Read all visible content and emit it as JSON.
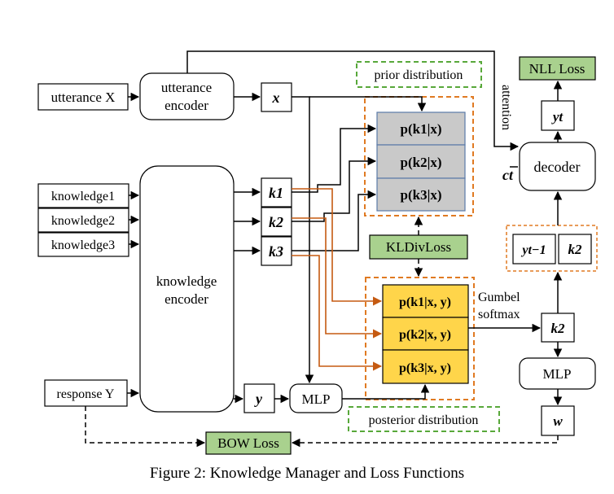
{
  "figure": {
    "caption": "Figure 2: Knowledge Manager and Loss Functions",
    "inputs": {
      "utterance": "utterance X",
      "knowledge": [
        "knowledge1",
        "knowledge2",
        "knowledge3"
      ],
      "response": "response Y"
    },
    "encoders": {
      "utterance_encoder": [
        "utterance",
        "encoder"
      ],
      "knowledge_encoder": [
        "knowledge",
        "encoder"
      ]
    },
    "vectors": {
      "x": "x",
      "k": [
        "k1",
        "k2",
        "k3"
      ],
      "y": "y"
    },
    "prior": {
      "label": "prior distribution",
      "cells": [
        "p(k1|x)",
        "p(k2|x)",
        "p(k3|x)"
      ]
    },
    "posterior": {
      "label": "posterior distribution",
      "cells": [
        "p(k1|x, y)",
        "p(k2|x, y)",
        "p(k3|x, y)"
      ]
    },
    "losses": {
      "kl": "KLDivLoss",
      "nll": "NLL Loss",
      "bow": "BOW Loss"
    },
    "mlp_left": "MLP",
    "mlp_right": "MLP",
    "gumbel": [
      "Gumbel",
      "softmax"
    ],
    "selected_k": "k2",
    "decoder": {
      "label": "decoder",
      "attention": "attention",
      "context": "ct",
      "inputs": [
        "yt−1",
        "k2"
      ],
      "output": "yt"
    },
    "w": "w",
    "colors": {
      "prior_fill": "#c9c9c9",
      "posterior_fill": "#ffd54a",
      "loss_fill": "#a9d18e",
      "orange_dashed": "#e07a22",
      "green_dashed": "#58a83a",
      "orange_arrow": "#c55a11",
      "cell_border": "#5b7aa8"
    }
  }
}
